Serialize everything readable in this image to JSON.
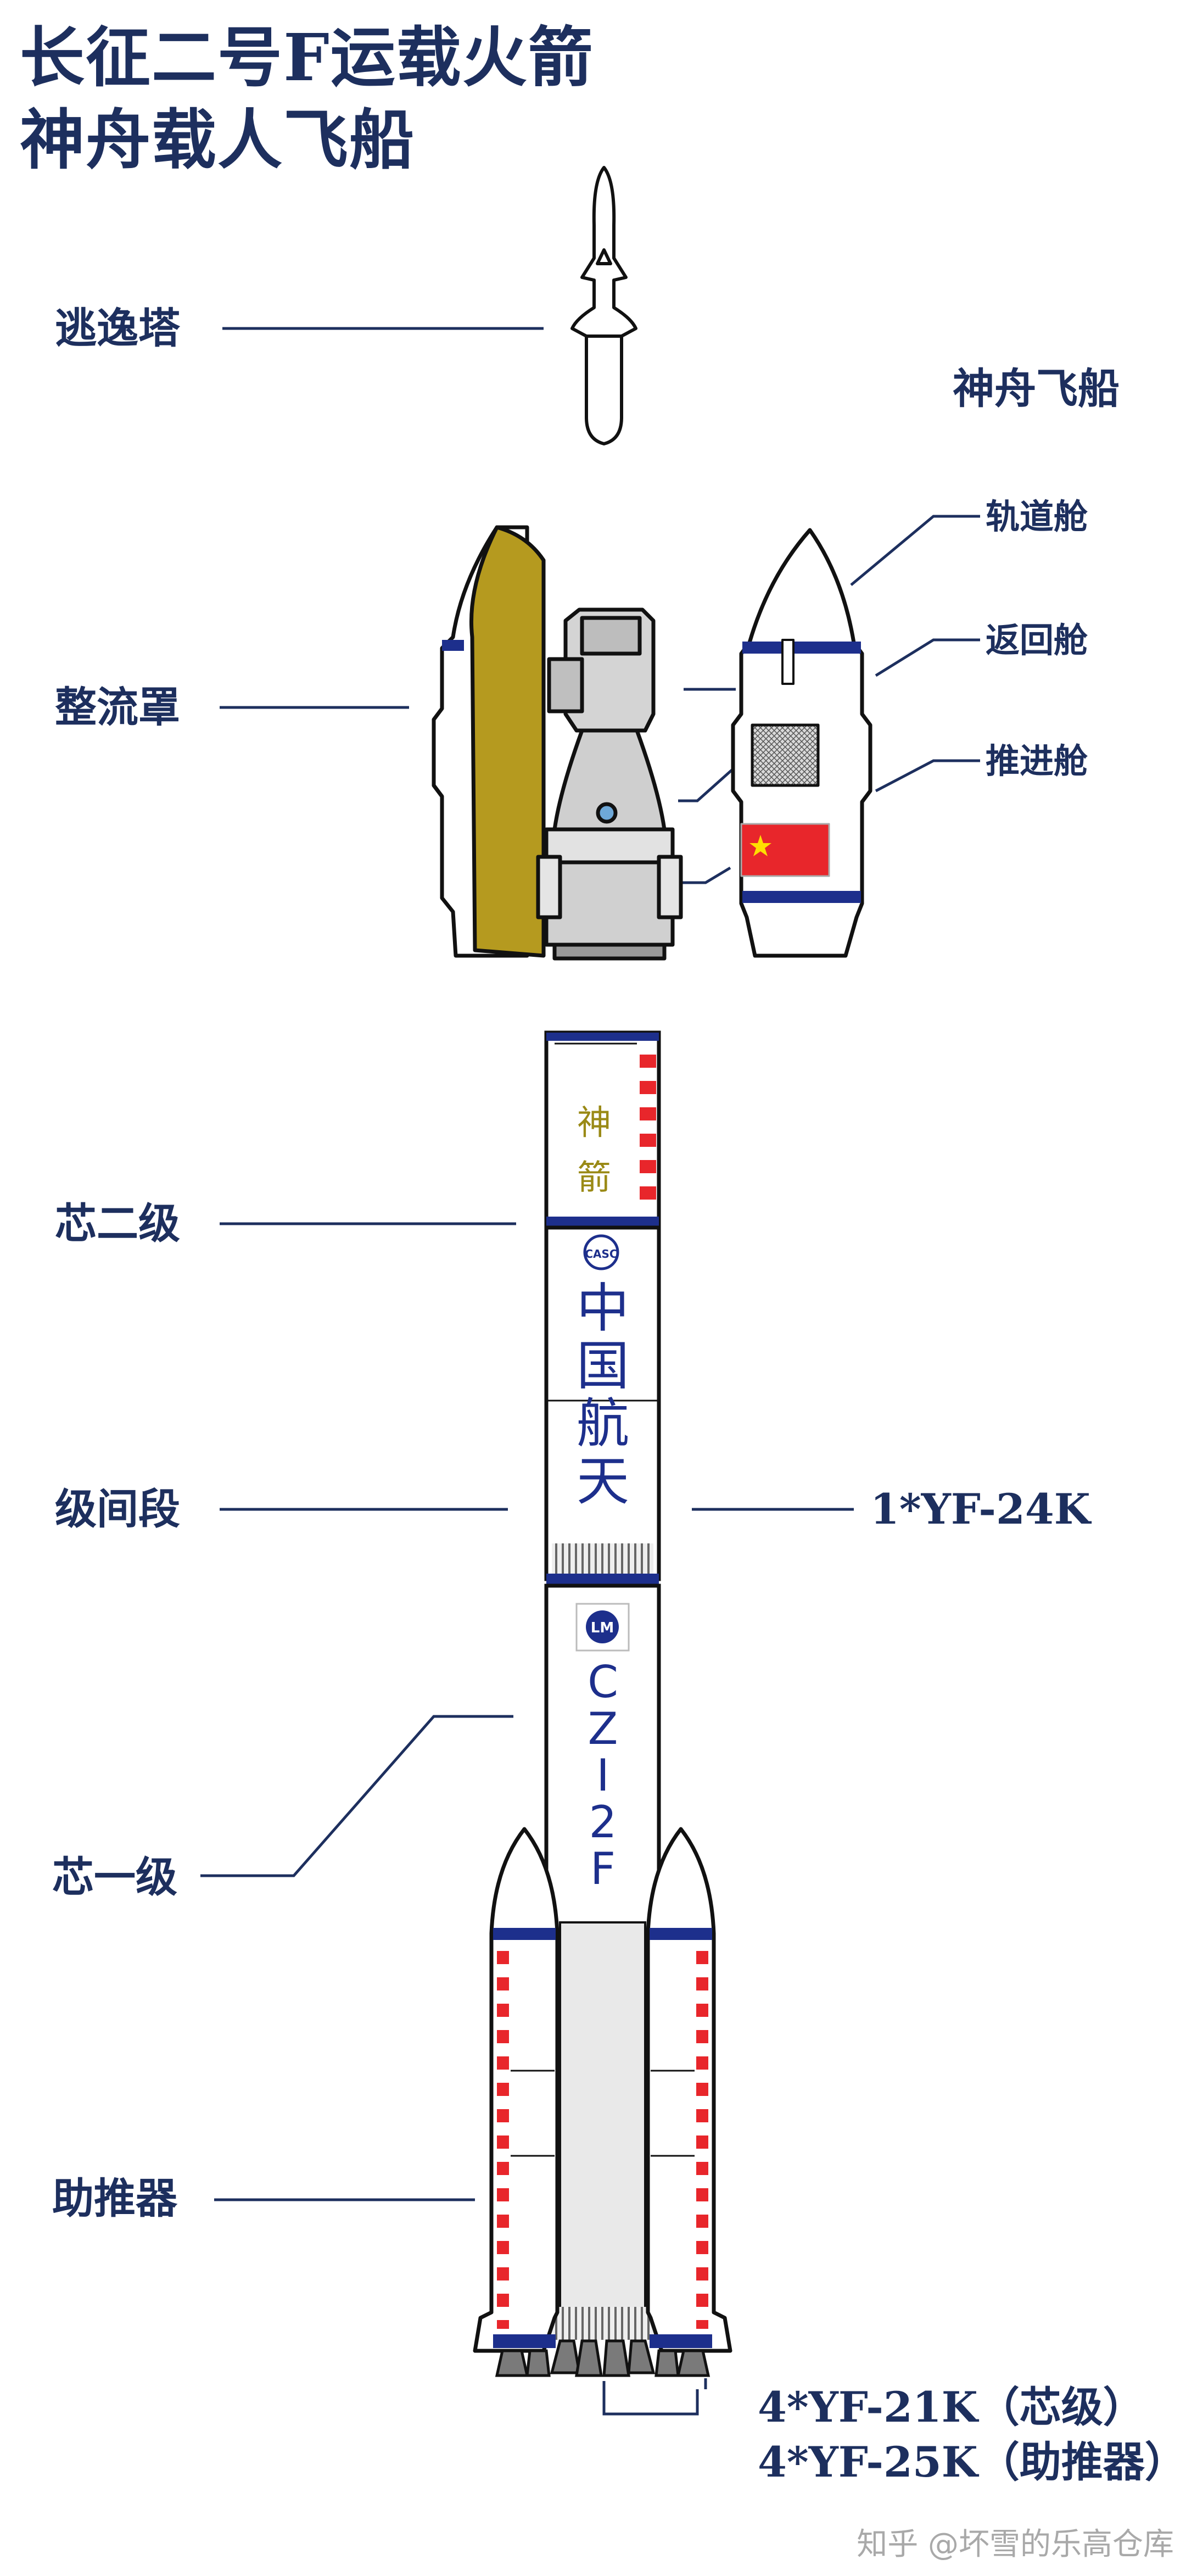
{
  "title": {
    "line1": "长征二号F运载火箭",
    "line2": "神舟载人飞船"
  },
  "labels": {
    "escape_tower": "逃逸塔",
    "fairing": "整流罩",
    "spacecraft": "神舟飞船",
    "orbital_module": "轨道舱",
    "return_module": "返回舱",
    "propulsion_module": "推进舱",
    "core_second_stage": "芯二级",
    "interstage": "级间段",
    "core_first_stage": "芯一级",
    "boosters": "助推器",
    "second_stage_engine": "1*YF-24K",
    "core_engines": "4*YF-21K（芯级）",
    "booster_engines": "4*YF-25K（助推器）"
  },
  "rocket_markings": {
    "name_char1": "神",
    "name_char2": "箭",
    "casc_chars": [
      "中",
      "国",
      "航",
      "天"
    ],
    "casc_logo": "CASC",
    "lm_logo": "LM",
    "model_chars": [
      "C",
      "Z",
      "I",
      "2",
      "F"
    ]
  },
  "watermark": "知乎 @坏雪的乐高仓库",
  "colors": {
    "navy": "#1d2f5e",
    "band_blue": "#1d2f8c",
    "olive": "#b59a1f",
    "red": "#e8262b",
    "gray": "#cfcfcf",
    "gold": "#9a8a16"
  }
}
